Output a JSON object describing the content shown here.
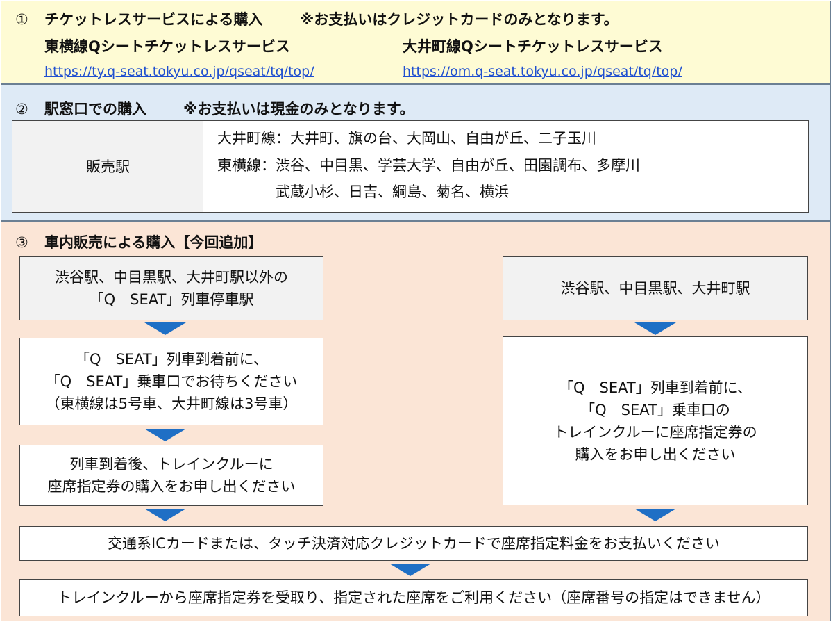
{
  "section1": {
    "number": "①",
    "heading": "チケットレスサービスによる購入",
    "note": "※お支払いはクレジットカードのみとなります。",
    "services": [
      {
        "name": "東横線Qシートチケットレスサービス",
        "url": "https://ty.q-seat.tokyu.co.jp/qseat/tq/top/"
      },
      {
        "name": "大井町線Qシートチケットレスサービス",
        "url": "https://om.q-seat.tokyu.co.jp/qseat/tq/top/"
      }
    ]
  },
  "section2": {
    "number": "②",
    "heading": "駅窓口での購入",
    "note": "※お支払いは現金のみとなります。",
    "table_label": "販売駅",
    "stations": [
      "大井町線：大井町、旗の台、大岡山、自由が丘、二子玉川",
      "東横線：渋谷、中目黒、学芸大学、自由が丘、田園調布、多摩川",
      "武蔵小杉、日吉、綱島、菊名、横浜"
    ]
  },
  "section3": {
    "number": "③",
    "heading": "車内販売による購入【今回追加】",
    "left_flow": [
      {
        "lines": [
          "渋谷駅、中目黒駅、大井町駅以外の",
          "「Q　SEAT」列車停車駅"
        ]
      },
      {
        "lines": [
          "「Q　SEAT」列車到着前に、",
          "「Q　SEAT」乗車口でお待ちください",
          "（東横線は5号車、大井町線は3号車）"
        ]
      },
      {
        "lines": [
          "列車到着後、トレインクルーに",
          "座席指定券の購入をお申し出ください"
        ]
      }
    ],
    "right_flow": [
      {
        "lines": [
          "渋谷駅、中目黒駅、大井町駅"
        ]
      },
      {
        "lines": [
          "「Q　SEAT」列車到着前に、",
          "「Q　SEAT」乗車口の",
          "トレインクルーに座席指定券の",
          "購入をお申し出ください"
        ]
      }
    ],
    "payment": "交通系ICカードまたは、タッチ決済対応クレジットカードで座席指定料金をお支払いください",
    "final": "トレインクルーから座席指定券を受取り、指定された座席をご利用ください（座席番号の指定はできません）"
  },
  "colors": {
    "section1_bg": "#fefbd4",
    "section2_bg": "#deeaf6",
    "section3_bg": "#fbe5d6",
    "arrow": "#1f6fc5",
    "link": "#1f4fd0"
  }
}
